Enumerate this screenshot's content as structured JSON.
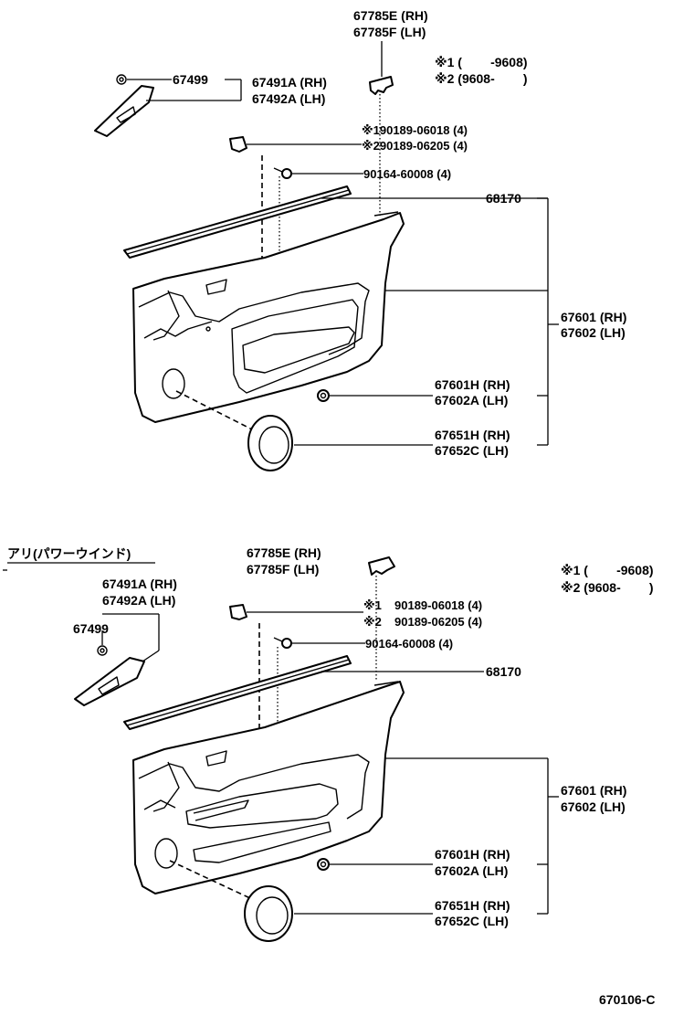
{
  "top": {
    "switch_base_rh": "67785E (RH)",
    "switch_base_lh": "67785F (LH)",
    "note1": "※1 (        -9608)",
    "note2": "※2 (9608-        )",
    "clip_67499": "67499",
    "cover_rh": "67491A (RH)",
    "cover_lh": "67492A (LH)",
    "clip_a": "※190189-06018 (4)",
    "clip_b": "※290189-06205 (4)",
    "screw": "90164-60008 (4)",
    "weatherstrip": "68170",
    "trim_rh": "67601 (RH)",
    "trim_lh": "67602 (LH)",
    "sub_rh": "67601H (RH)",
    "sub_lh": "67602A (LH)",
    "cap_rh": "67651H (RH)",
    "cap_lh": "67652C (LH)"
  },
  "bottom": {
    "variant_label": "アリ(パワーウインド)",
    "switch_base_rh": "67785E (RH)",
    "switch_base_lh": "67785F (LH)",
    "note1": "※1 (        -9608)",
    "note2": "※2 (9608-        )",
    "cover_rh": "67491A (RH)",
    "cover_lh": "67492A (LH)",
    "clip_67499": "67499",
    "clip_a_mark": "※1",
    "clip_a": "90189-06018 (4)",
    "clip_b_mark": "※2",
    "clip_b": "90189-06205 (4)",
    "screw": "90164-60008 (4)",
    "weatherstrip": "68170",
    "trim_rh": "67601 (RH)",
    "trim_lh": "67602 (LH)",
    "sub_rh": "67601H (RH)",
    "sub_lh": "67602A (LH)",
    "cap_rh": "67651H (RH)",
    "cap_lh": "67652C (LH)"
  },
  "footer": {
    "diagram_code": "670106-C"
  }
}
